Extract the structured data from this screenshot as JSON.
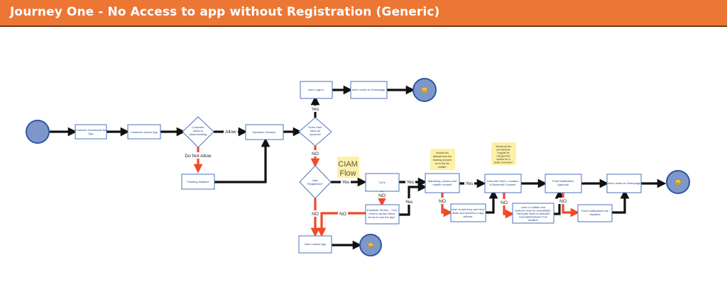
{
  "header": {
    "title": "Journey One - No Access to app without Registration (Generic)",
    "background_color": "#ec7634"
  },
  "colors": {
    "box_border": "#4a72b8",
    "box_text": "#1f3f8a",
    "flow_yes": "#111111",
    "flow_no": "#f04a27",
    "terminal_fill": "#7e97c9",
    "sticky_fill": "#fdf1a6"
  },
  "nodes": {
    "start": {
      "label": ""
    },
    "download": {
      "label": "Customer Downloads the App"
    },
    "opens": {
      "label": "Customer Opens App"
    },
    "allow_tracking": {
      "label": "Customer Allow to allow tracking"
    },
    "tracking_disabled": {
      "label": "Tracking disabled"
    },
    "explainer": {
      "label": "Explainer Screens"
    },
    "has_account": {
      "label": "Does User have an account?"
    },
    "user_logs_in": {
      "label": "User Logs In"
    },
    "homepage_top": {
      "label": "User Lands on Homepage"
    },
    "end_top": {
      "label": "smiley-face"
    },
    "is_registered": {
      "label": "User Registered?"
    },
    "tncs": {
      "label": "TnCs"
    },
    "register_screen": {
      "label": "Explainer Screen - \"You need to accept these terms to use the app\""
    },
    "leaves_app": {
      "label": "User Leaves App"
    },
    "end_bottom": {
      "label": "smiley-face"
    },
    "marketing": {
      "label": "Marketing, privacy and mobile consent"
    },
    "limited_deals": {
      "label": "User is told they can't find deals and features in app without"
    },
    "location": {
      "label": "Favourite Store, Location & Bluetooth Consent"
    },
    "location_denied": {
      "label": "User is notified and features may be unavailable. Favourite store is selected manually/instead of as location"
    },
    "push": {
      "label": "Push Notification Approval"
    },
    "push_disabled": {
      "label": "Push notifications are disabled"
    },
    "homepage_final": {
      "label": "User Lands on Homepage"
    },
    "end_final": {
      "label": "smiley-face"
    }
  },
  "edge_labels": {
    "allow": "Allow",
    "do_not_allow": "Do Not Allow",
    "yes_login": "Yes",
    "no_account": "NO",
    "yes_registered": "Yes",
    "no_tncs": "NO",
    "no_registered_left": "NO",
    "no_register_screen": "NO",
    "yes_tncs": "Yes",
    "yes_register_screen": "Yes",
    "yes_marketing": "Yes",
    "no_marketing": "NO",
    "no_location": "NO",
    "no_push": "NO"
  },
  "annotations": {
    "ciam": [
      "CIAM",
      "Flow"
    ],
    "sticky_marketing": [
      "Should this",
      "allowed here the",
      "tracking consent",
      "be in line for",
      "mobile?"
    ],
    "sticky_location": [
      "Should all the",
      "permissions",
      "request be",
      "merged into",
      "screen for a",
      "better overview?"
    ]
  }
}
